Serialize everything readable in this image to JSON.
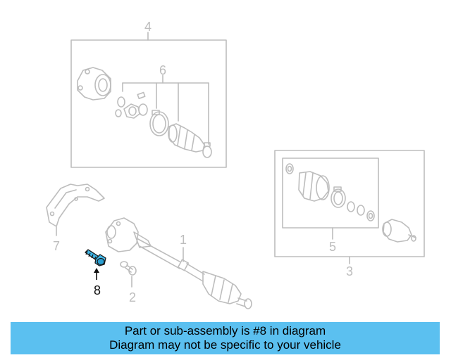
{
  "diagram": {
    "callouts": {
      "c1": "1",
      "c2": "2",
      "c3": "3",
      "c4": "4",
      "c5": "5",
      "c6": "6",
      "c7": "7",
      "c8": "8"
    },
    "highlighted_part": "8",
    "colors": {
      "line": "#bdbdbd",
      "highlight": "#3fb5e5",
      "banner": "#5bc0f0"
    }
  },
  "banner": {
    "line1": "Part or sub-assembly is #8 in diagram",
    "line2": "Diagram may not be specific to your vehicle"
  }
}
